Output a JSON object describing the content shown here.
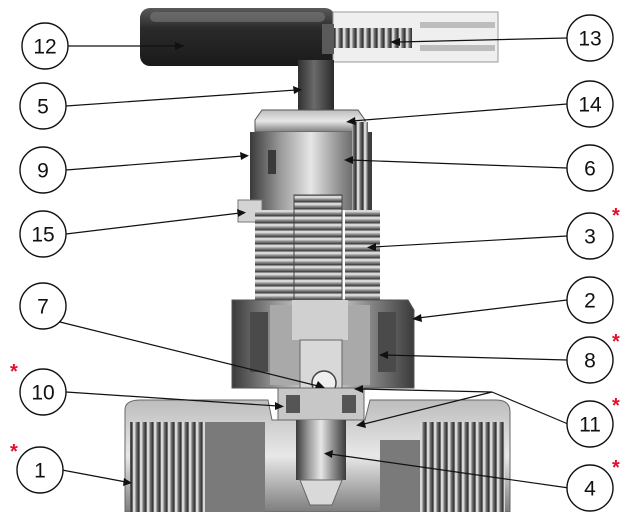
{
  "figure": {
    "description_visible_text": "",
    "colors": {
      "metal_dark": "#4a4a4a",
      "metal_mid": "#8c8c8c",
      "metal_light": "#cfcfcf",
      "highlight": "#f2f2f2",
      "asterisk": "#e0102a",
      "line": "#111111"
    }
  },
  "callouts": [
    {
      "id": "c1",
      "label": "1",
      "asterisk": true
    },
    {
      "id": "c2",
      "label": "2",
      "asterisk": false
    },
    {
      "id": "c3",
      "label": "3",
      "asterisk": true
    },
    {
      "id": "c4",
      "label": "4",
      "asterisk": true
    },
    {
      "id": "c5",
      "label": "5",
      "asterisk": false
    },
    {
      "id": "c6",
      "label": "6",
      "asterisk": false
    },
    {
      "id": "c7",
      "label": "7",
      "asterisk": false
    },
    {
      "id": "c8",
      "label": "8",
      "asterisk": true
    },
    {
      "id": "c9",
      "label": "9",
      "asterisk": false
    },
    {
      "id": "c10",
      "label": "10",
      "asterisk": true
    },
    {
      "id": "c11",
      "label": "11",
      "asterisk": true
    },
    {
      "id": "c12",
      "label": "12",
      "asterisk": false
    },
    {
      "id": "c13",
      "label": "13",
      "asterisk": false
    },
    {
      "id": "c14",
      "label": "14",
      "asterisk": false
    },
    {
      "id": "c15",
      "label": "15",
      "asterisk": false
    }
  ],
  "asterisk_symbol": "*"
}
